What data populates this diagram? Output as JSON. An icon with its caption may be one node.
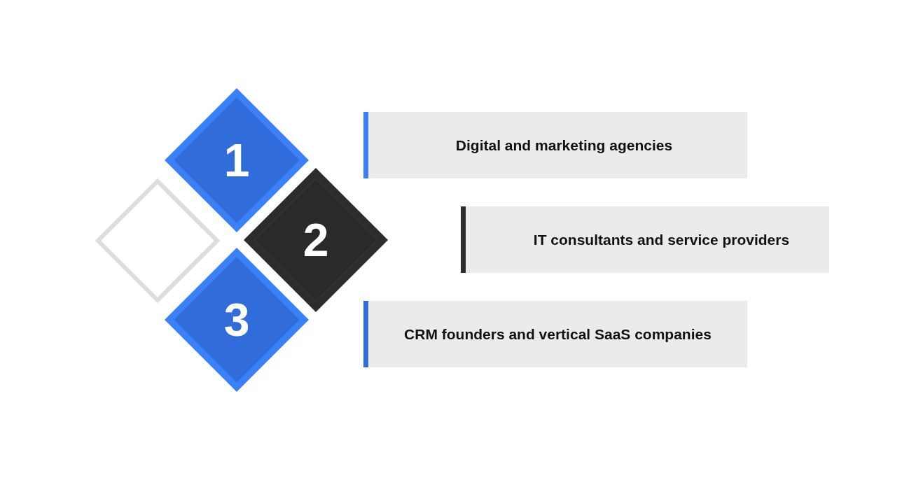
{
  "diagram": {
    "nodes": [
      {
        "text": [
          "1"
        ]
      },
      {
        "text": [
          "Digital and marketing agencies"
        ]
      },
      {
        "text": [
          "2"
        ]
      },
      {
        "text": [
          "IT consultants and service providers"
        ]
      },
      {
        "text": [
          "3"
        ]
      },
      {
        "text": [
          "CRM founders and vertical SaaS companies"
        ]
      },
      {
        "text": [],
        "shape": "diamond"
      }
    ]
  }
}
